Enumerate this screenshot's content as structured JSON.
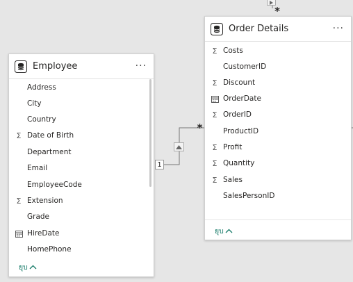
{
  "employee": {
    "title": "Employee",
    "fields": [
      {
        "name": "Address",
        "icon": "none"
      },
      {
        "name": "City",
        "icon": "none"
      },
      {
        "name": "Country",
        "icon": "none"
      },
      {
        "name": "Date of Birth",
        "icon": "sigma"
      },
      {
        "name": "Department",
        "icon": "none"
      },
      {
        "name": "Email",
        "icon": "none"
      },
      {
        "name": "EmployeeCode",
        "icon": "none"
      },
      {
        "name": "Extension",
        "icon": "sigma"
      },
      {
        "name": "Grade",
        "icon": "none"
      },
      {
        "name": "HireDate",
        "icon": "calendar"
      },
      {
        "name": "HomePhone",
        "icon": "none"
      }
    ],
    "collapse_label": "ยุบ"
  },
  "order_details": {
    "title": "Order Details",
    "fields": [
      {
        "name": "Costs",
        "icon": "sigma"
      },
      {
        "name": "CustomerID",
        "icon": "none"
      },
      {
        "name": "Discount",
        "icon": "sigma"
      },
      {
        "name": "OrderDate",
        "icon": "calendar"
      },
      {
        "name": "OrderID",
        "icon": "sigma"
      },
      {
        "name": "ProductID",
        "icon": "none"
      },
      {
        "name": "Profit",
        "icon": "sigma"
      },
      {
        "name": "Quantity",
        "icon": "sigma"
      },
      {
        "name": "Sales",
        "icon": "sigma"
      },
      {
        "name": "SalesPersonID",
        "icon": "none"
      }
    ],
    "collapse_label": "ยุบ"
  },
  "relationships": {
    "one_label": "1",
    "many_label": "*",
    "top_many_label": "*"
  },
  "colors": {
    "accent": "#117865"
  }
}
